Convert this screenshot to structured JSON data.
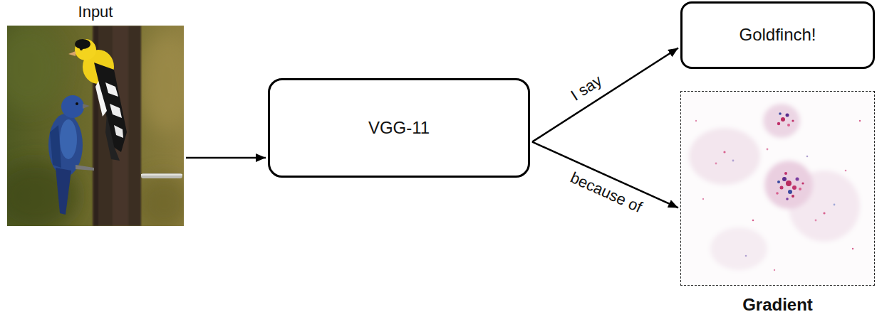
{
  "diagram": {
    "nodes": [
      {
        "text": [
          "Input"
        ]
      },
      {
        "text": [
          "VGG-11"
        ]
      },
      {
        "text": [
          "Goldfinch!"
        ]
      },
      {
        "text": [
          "Gradient"
        ]
      }
    ],
    "edges": [
      {
        "from": 0,
        "to": 1,
        "arrow": "to"
      },
      {
        "from": 1,
        "to": 2,
        "arrow": "to",
        "label": "I say"
      },
      {
        "from": 1,
        "to": 3,
        "arrow": "to",
        "label": "because of"
      }
    ]
  }
}
